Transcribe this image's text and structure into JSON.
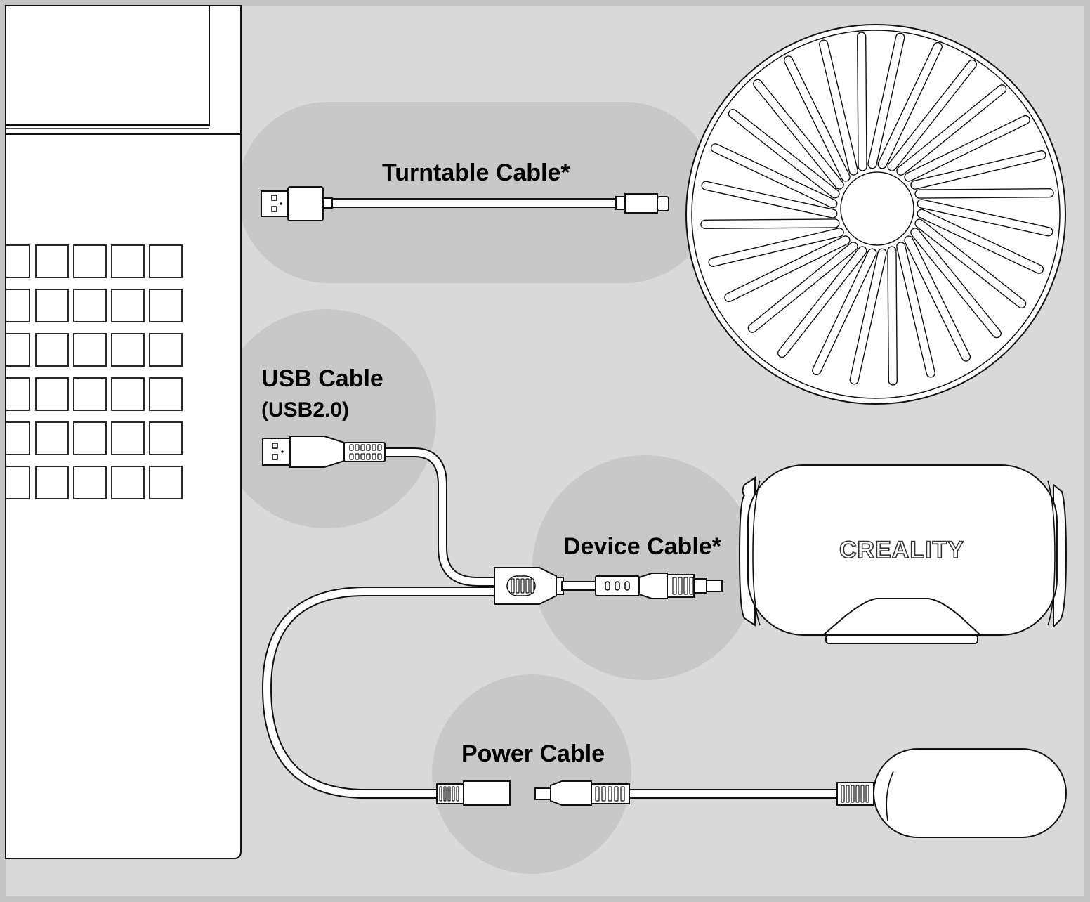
{
  "labels": {
    "turntable": "Turntable Cable*",
    "usb_line1": "USB Cable",
    "usb_line2": "(USB2.0)",
    "device": "Device Cable*",
    "power": "Power Cable"
  },
  "device_logo": "CREALITY",
  "colors": {
    "background": "#d9d9d9",
    "highlight": "#c8c8c8",
    "outline": "#111111",
    "fill": "#ffffff"
  },
  "icons": [
    "laptop-icon",
    "turntable-icon",
    "scanner-device-icon",
    "power-adapter-icon",
    "usb-a-plug-icon",
    "usb-c-plug-icon",
    "dc-plug-icon",
    "hub-connector-icon"
  ]
}
